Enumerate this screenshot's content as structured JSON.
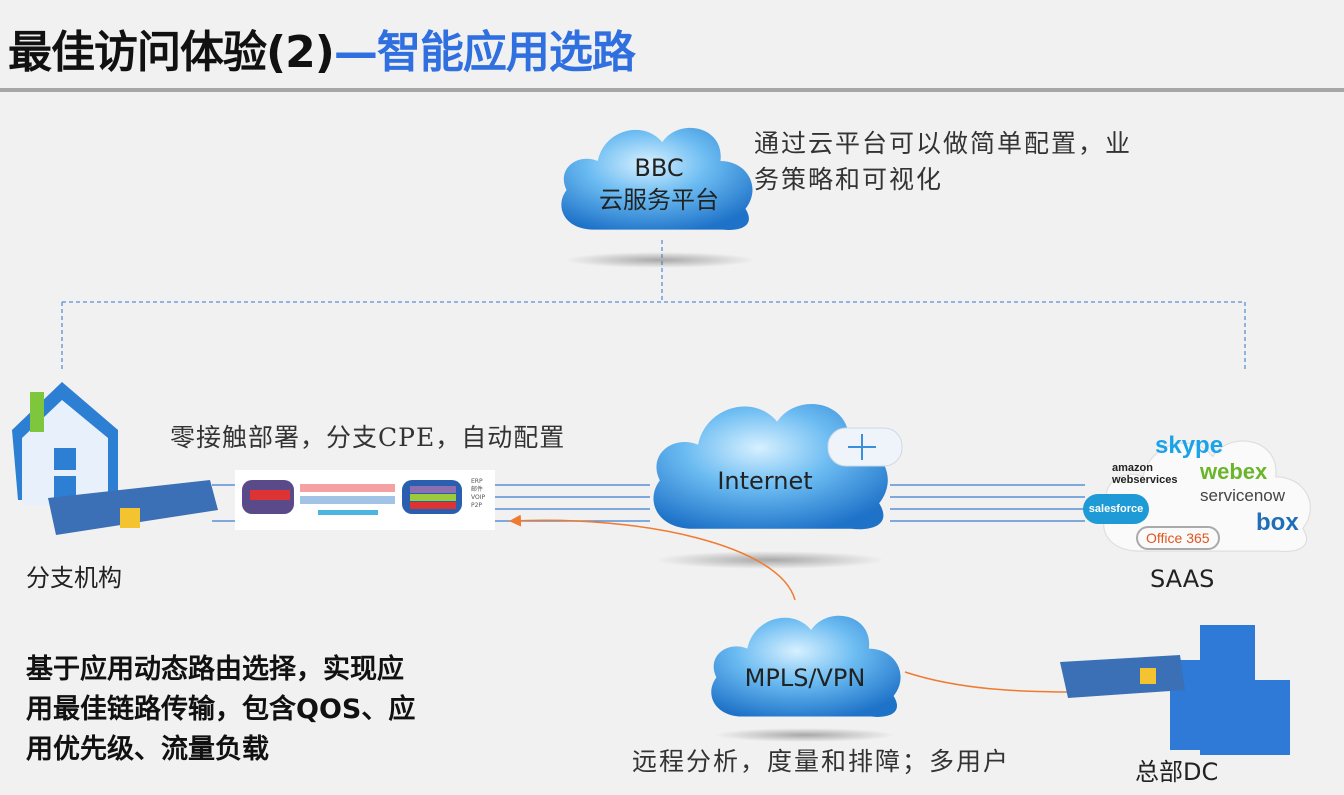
{
  "title": {
    "main": "最佳访问体验(2)",
    "highlight": "—智能应用选路"
  },
  "bbc": {
    "line1": "BBC",
    "line2": "云服务平台",
    "note_line1": "通过云平台可以做简单配置，业",
    "note_line2": "务策略和可视化"
  },
  "branch": {
    "label": "分支机构",
    "note": "零接触部署，分支CPE，自动配置"
  },
  "internet": {
    "label": "Internet"
  },
  "saas": {
    "label": "SAAS",
    "logos": [
      "skype",
      "amazon webservices",
      "webex",
      "servicenow",
      "salesforce",
      "Office 365",
      "box"
    ]
  },
  "mpls": {
    "label": "MPLS/VPN",
    "note": "远程分析，度量和排障；多用户"
  },
  "hq": {
    "label": "总部DC"
  },
  "summary": {
    "line1": "基于应用动态路由选择，实现应",
    "line2": "用最佳链路传输，包含QOS、应",
    "line3": "用优先级、流量负载"
  },
  "legend": [
    "ERP",
    "邮件",
    "VOIP",
    "P2P"
  ],
  "colors": {
    "title_highlight": "#2f6fe0",
    "cloud": "#3a8fdc",
    "link": "#5b8fd6",
    "orange": "#f07a30"
  }
}
